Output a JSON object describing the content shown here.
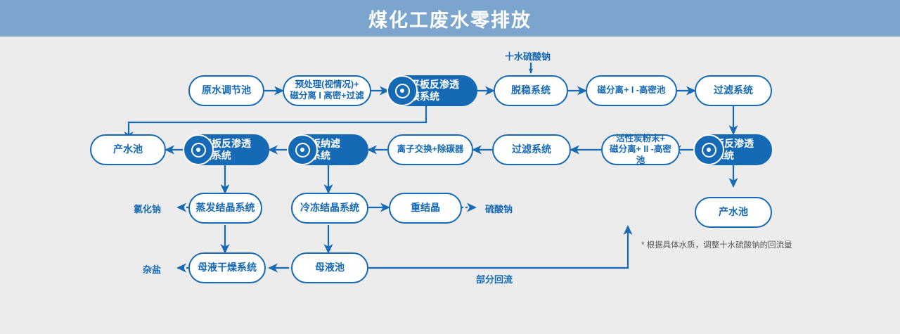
{
  "header": {
    "title": "煤化工废水零排放"
  },
  "colors": {
    "header_bg": "#7ba5cc",
    "canvas_bg": "#ececec",
    "accent": "#1669b4",
    "node_fill": "#ffffff",
    "node_filled_text": "#ffffff",
    "note_text": "#5a5a5a"
  },
  "diagram": {
    "type": "flowchart",
    "nodes": [
      {
        "id": "raw-water-tank",
        "label": "原水调节池",
        "style": "outline"
      },
      {
        "id": "pretreatment",
        "label": "预处理(视情况)+\n磁分离 I 高密+过滤",
        "style": "outline"
      },
      {
        "id": "flat-ro-1",
        "label": "平板反渗透\n膜系统",
        "style": "filled"
      },
      {
        "id": "destabilization",
        "label": "脱稳系统",
        "style": "outline"
      },
      {
        "id": "mag-sep-1",
        "label": "磁分离+ I -高密池",
        "style": "outline"
      },
      {
        "id": "filtration-1",
        "label": "过滤系统",
        "style": "outline"
      },
      {
        "id": "flat-ro-2",
        "label": "平板反渗透\n膜系统",
        "style": "filled"
      },
      {
        "id": "product-water-right",
        "label": "产水池",
        "style": "outline"
      },
      {
        "id": "activated-carbon",
        "label": "活性炭粉末+\n磁分离+ II -高密池",
        "style": "outline"
      },
      {
        "id": "filtration-2",
        "label": "过滤系统",
        "style": "outline"
      },
      {
        "id": "ion-exchange",
        "label": "离子交换+除碳器",
        "style": "outline"
      },
      {
        "id": "flat-nf",
        "label": "平板纳滤\n膜系统",
        "style": "filled"
      },
      {
        "id": "flat-ro-3",
        "label": "平板反渗透\n膜系统",
        "style": "filled"
      },
      {
        "id": "product-water-left",
        "label": "产水池",
        "style": "outline"
      },
      {
        "id": "evap-crystal",
        "label": "蒸发结晶系统",
        "style": "outline"
      },
      {
        "id": "freeze-crystal",
        "label": "冷冻结晶系统",
        "style": "outline"
      },
      {
        "id": "recrystal",
        "label": "重结晶",
        "style": "outline"
      },
      {
        "id": "mother-liquor-dryer",
        "label": "母液干燥系统",
        "style": "outline"
      },
      {
        "id": "mother-liquor-tank",
        "label": "母液池",
        "style": "outline"
      }
    ],
    "labels": {
      "sodium_sulfate_decahydrate": "十水硫酸钠",
      "sodium_chloride": "氯化钠",
      "sodium_sulfate": "硫酸钠",
      "mixed_salt": "杂盐",
      "partial_reflux": "部分回流"
    },
    "footnote": "* 根据具体水质，调整十水硫酸钠的回流量"
  }
}
